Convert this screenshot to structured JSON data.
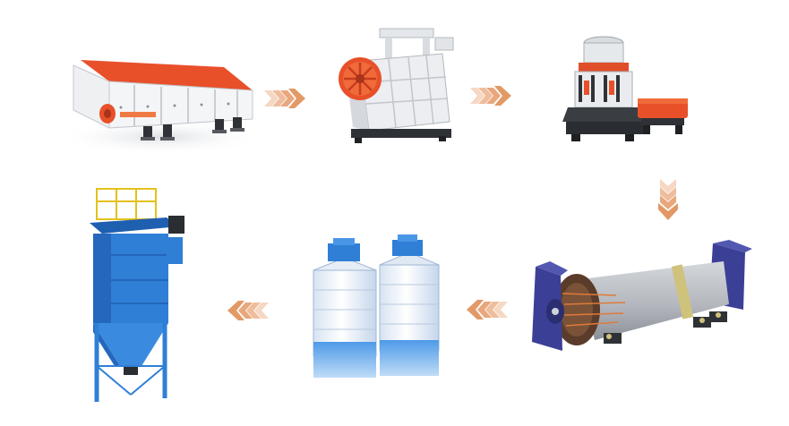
{
  "flow": {
    "steps": [
      {
        "id": "vibrating-feeder",
        "icon": "vibrating-feeder-icon"
      },
      {
        "id": "jaw-crusher",
        "icon": "jaw-crusher-icon"
      },
      {
        "id": "cone-crusher",
        "icon": "cone-crusher-icon"
      },
      {
        "id": "rotary-dryer",
        "icon": "rotary-dryer-icon"
      },
      {
        "id": "storage-silos",
        "icon": "silo-icon"
      },
      {
        "id": "bag-dust-collector",
        "icon": "dust-collector-icon"
      }
    ],
    "connectors": [
      {
        "from": "vibrating-feeder",
        "to": "jaw-crusher",
        "direction": "right"
      },
      {
        "from": "jaw-crusher",
        "to": "cone-crusher",
        "direction": "right"
      },
      {
        "from": "cone-crusher",
        "to": "rotary-dryer",
        "direction": "down"
      },
      {
        "from": "rotary-dryer",
        "to": "storage-silos",
        "direction": "left"
      },
      {
        "from": "storage-silos",
        "to": "bag-dust-collector",
        "direction": "left"
      }
    ]
  },
  "colors": {
    "arrow": "#e8a77c",
    "feeder_body": "#e8502a",
    "steel_light": "#e9ebee",
    "steel_dark": "#3a3d42",
    "blue": "#2f7fd6",
    "silo_white": "#f1f5fa",
    "dryer_drum": "#b8bcc2"
  }
}
